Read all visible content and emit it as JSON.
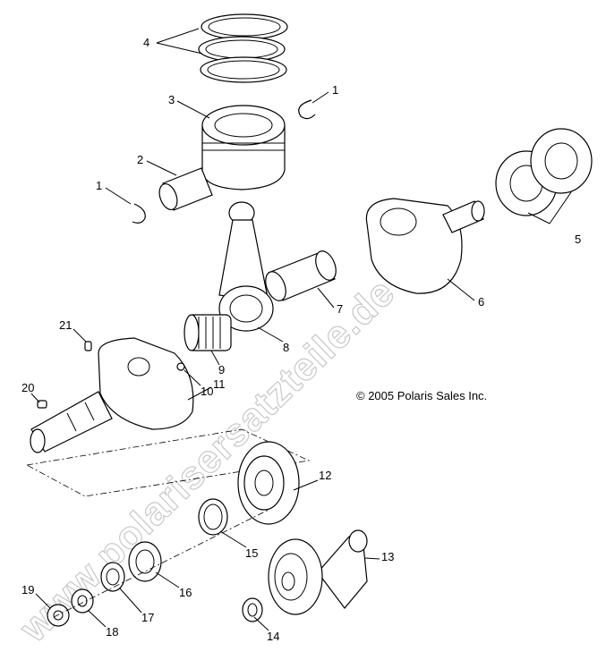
{
  "diagram": {
    "copyright": "© 2005 Polaris Sales Inc.",
    "watermark": "www.polarisersatzteile.de",
    "callouts": {
      "c1a": "1",
      "c1b": "1",
      "c2": "2",
      "c3": "3",
      "c4": "4",
      "c5": "5",
      "c6": "6",
      "c7": "7",
      "c8": "8",
      "c9": "9",
      "c10": "10",
      "c11": "11",
      "c12": "12",
      "c13": "13",
      "c14": "14",
      "c15": "15",
      "c16": "16",
      "c17": "17",
      "c18": "18",
      "c19": "19",
      "c20": "20",
      "c21": "21"
    }
  }
}
